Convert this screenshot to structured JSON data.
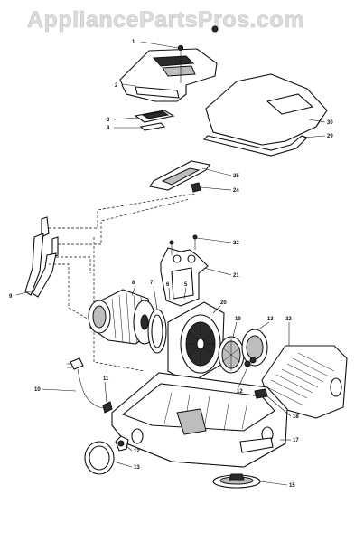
{
  "watermark": "AppliancePartsPros.com",
  "callouts": [
    "1",
    "2",
    "3",
    "4",
    "30",
    "29",
    "25",
    "24",
    "9",
    "22",
    "21",
    "8",
    "7",
    "6",
    "5",
    "20",
    "19",
    "13",
    "32",
    "10",
    "11",
    "12",
    "18",
    "17",
    "12",
    "13",
    "15"
  ]
}
